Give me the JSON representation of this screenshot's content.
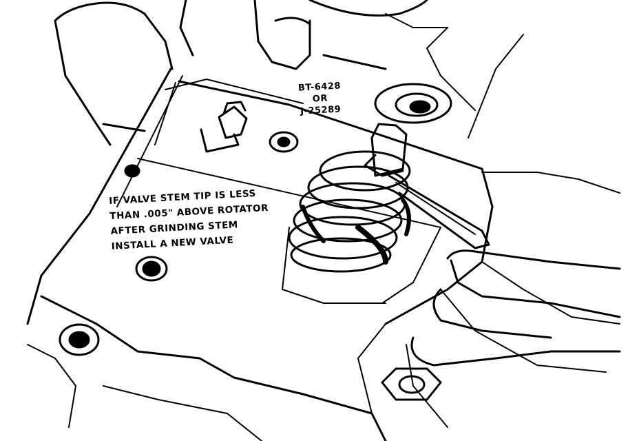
{
  "figure": {
    "ink_color": "#000000",
    "paper_color": "#ffffff",
    "tool_label": {
      "line1": "BT-6428",
      "line2": "OR",
      "line3": "J-25289"
    },
    "warning_label": {
      "line1": "IF VALVE STEM TIP IS LESS",
      "line2": "THAN .005\" ABOVE ROTATOR",
      "line3": "AFTER GRINDING STEM",
      "line4": "INSTALL A NEW VALVE"
    }
  }
}
